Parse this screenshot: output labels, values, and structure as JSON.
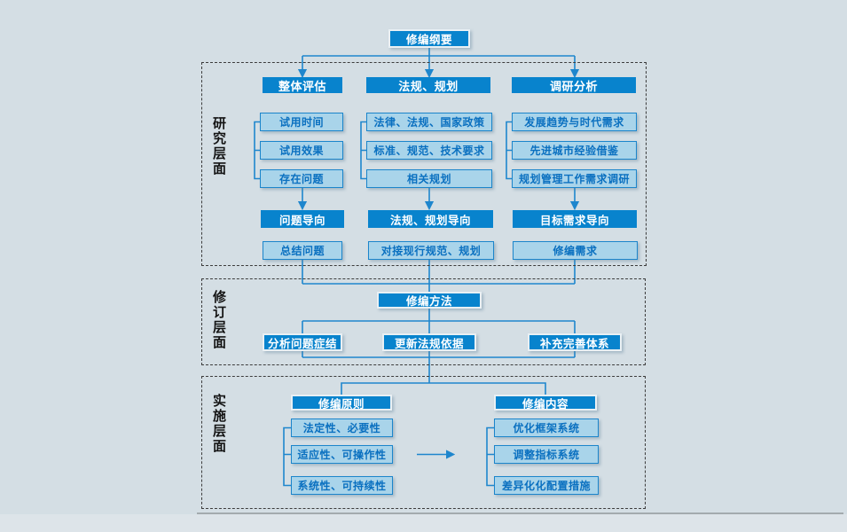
{
  "colors": {
    "accent_blue": "#0883cd",
    "light_fill": "#a9d4ea",
    "light_border": "#1b85cb",
    "light_text": "#0a70c0",
    "connector_line": "#1e86cd",
    "background": "#d4dee4"
  },
  "root": {
    "label": "修编纲要"
  },
  "sections": [
    {
      "label": "研究层面",
      "columns": [
        {
          "header": "整体评估",
          "items": [
            "试用时间",
            "试用效果",
            "存在问题"
          ],
          "orientation": "问题导向",
          "output": "总结问题"
        },
        {
          "header": "法规、规划",
          "items": [
            "法律、法规、国家政策",
            "标准、规范、技术要求",
            "相关规划"
          ],
          "orientation": "法规、规划导向",
          "output": "对接现行规范、规划"
        },
        {
          "header": "调研分析",
          "items": [
            "发展趋势与时代需求",
            "先进城市经验借鉴",
            "规划管理工作需求调研"
          ],
          "orientation": "目标需求导向",
          "output": "修编需求"
        }
      ]
    },
    {
      "label": "修订层面",
      "method": "修编方法",
      "actions": [
        "分析问题症结",
        "更新法规依据",
        "补充完善体系"
      ]
    },
    {
      "label": "实施层面",
      "principles": {
        "header": "修编原则",
        "items": [
          "法定性、必要性",
          "适应性、可操作性",
          "系统性、可持续性"
        ]
      },
      "contents": {
        "header": "修编内容",
        "items": [
          "优化框架系统",
          "调整指标系统",
          "差异化化配置措施"
        ]
      }
    }
  ]
}
